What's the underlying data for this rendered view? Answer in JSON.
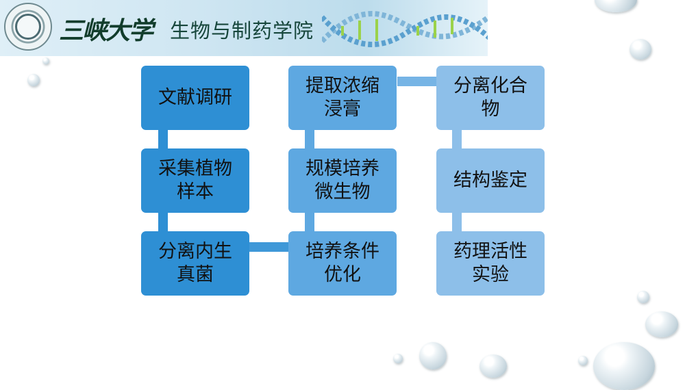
{
  "header": {
    "university_calligraphy": "三峡大学",
    "college_name": "生物与制药学院"
  },
  "flow": {
    "col1": [
      "文献调研",
      "采集植物样本",
      "分离内生真菌"
    ],
    "col2": [
      "提取浓缩浸膏",
      "规模培养微生物",
      "培养条件优化"
    ],
    "col3": [
      "分离化合物",
      "结构鉴定",
      "药理活性实验"
    ]
  },
  "colors": {
    "col1": "#2e8fd4",
    "col2": "#5ea8e1",
    "col3": "#8dbfe9"
  }
}
